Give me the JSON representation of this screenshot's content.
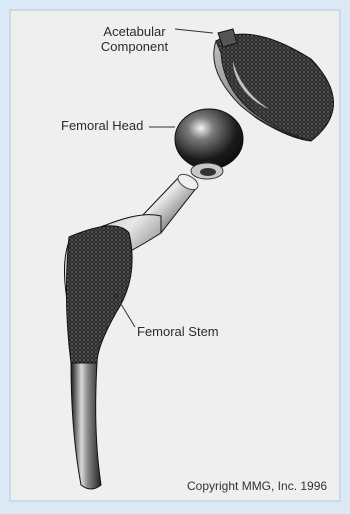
{
  "labels": {
    "acetabular_line1": "Acetabular",
    "acetabular_line2": "Component",
    "femoral_head": "Femoral Head",
    "femoral_stem": "Femoral Stem"
  },
  "copyright": "Copyright MMG, Inc. 1996",
  "colors": {
    "page_background": "#dce9f7",
    "figure_background": "#efefef",
    "metal_dark": "#1a1a1a",
    "metal_light": "#d8d8d8",
    "porous_coating": "#3a3a3a"
  }
}
